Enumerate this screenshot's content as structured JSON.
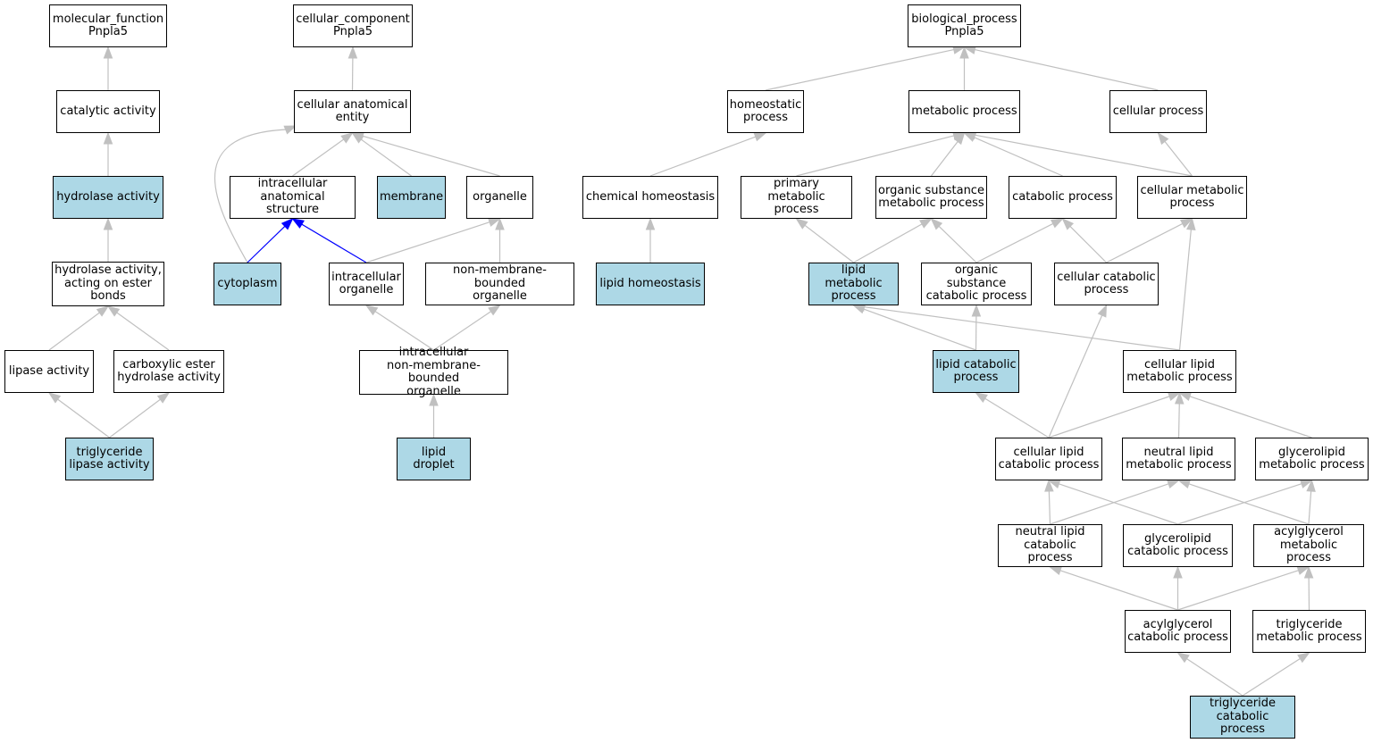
{
  "colors": {
    "highlight": "#add8e6",
    "edge": "#c0c0c0",
    "edge_special": "#0000ff",
    "border": "#000000"
  },
  "nodes": [
    {
      "id": "mf",
      "label": "molecular_function\nPnpla5",
      "hl": false
    },
    {
      "id": "ca",
      "label": "catalytic activity",
      "hl": false
    },
    {
      "id": "ha",
      "label": "hydrolase activity",
      "hl": true
    },
    {
      "id": "haeb",
      "label": "hydrolase activity,\nacting on ester\nbonds",
      "hl": false
    },
    {
      "id": "la",
      "label": "lipase activity",
      "hl": false
    },
    {
      "id": "ceha",
      "label": "carboxylic ester\nhydrolase activity",
      "hl": false
    },
    {
      "id": "tla",
      "label": "triglyceride\nlipase activity",
      "hl": true
    },
    {
      "id": "cc",
      "label": "cellular_component\nPnpla5",
      "hl": false
    },
    {
      "id": "cae",
      "label": "cellular anatomical\nentity",
      "hl": false
    },
    {
      "id": "ias",
      "label": "intracellular\nanatomical structure",
      "hl": false
    },
    {
      "id": "mem",
      "label": "membrane",
      "hl": true
    },
    {
      "id": "org",
      "label": "organelle",
      "hl": false
    },
    {
      "id": "cyt",
      "label": "cytoplasm",
      "hl": true
    },
    {
      "id": "io",
      "label": "intracellular\norganelle",
      "hl": false
    },
    {
      "id": "nmbo",
      "label": "non-membrane-bounded\norganelle",
      "hl": false
    },
    {
      "id": "inmbo",
      "label": "intracellular\nnon-membrane-bounded\norganelle",
      "hl": false
    },
    {
      "id": "ld",
      "label": "lipid droplet",
      "hl": true
    },
    {
      "id": "bp",
      "label": "biological_process\nPnpla5",
      "hl": false
    },
    {
      "id": "hp",
      "label": "homeostatic\nprocess",
      "hl": false
    },
    {
      "id": "mp",
      "label": "metabolic process",
      "hl": false
    },
    {
      "id": "cp",
      "label": "cellular process",
      "hl": false
    },
    {
      "id": "ch",
      "label": "chemical homeostasis",
      "hl": false
    },
    {
      "id": "lh",
      "label": "lipid homeostasis",
      "hl": true
    },
    {
      "id": "pmp",
      "label": "primary metabolic\nprocess",
      "hl": false
    },
    {
      "id": "osmp",
      "label": "organic substance\nmetabolic process",
      "hl": false
    },
    {
      "id": "catp",
      "label": "catabolic process",
      "hl": false
    },
    {
      "id": "cmp",
      "label": "cellular metabolic\nprocess",
      "hl": false
    },
    {
      "id": "lmp",
      "label": "lipid metabolic\nprocess",
      "hl": true
    },
    {
      "id": "oscp",
      "label": "organic substance\ncatabolic process",
      "hl": false
    },
    {
      "id": "ccp",
      "label": "cellular catabolic\nprocess",
      "hl": false
    },
    {
      "id": "lcp",
      "label": "lipid catabolic\nprocess",
      "hl": true
    },
    {
      "id": "clmp",
      "label": "cellular lipid\nmetabolic process",
      "hl": false
    },
    {
      "id": "clcp",
      "label": "cellular lipid\ncatabolic process",
      "hl": false
    },
    {
      "id": "nlmp",
      "label": "neutral lipid\nmetabolic process",
      "hl": false
    },
    {
      "id": "glmp",
      "label": "glycerolipid\nmetabolic process",
      "hl": false
    },
    {
      "id": "nlcp",
      "label": "neutral lipid\ncatabolic process",
      "hl": false
    },
    {
      "id": "glcp",
      "label": "glycerolipid\ncatabolic process",
      "hl": false
    },
    {
      "id": "agmp",
      "label": "acylglycerol\nmetabolic process",
      "hl": false
    },
    {
      "id": "agcp",
      "label": "acylglycerol\ncatabolic process",
      "hl": false
    },
    {
      "id": "tmp",
      "label": "triglyceride\nmetabolic process",
      "hl": false
    },
    {
      "id": "tcp",
      "label": "triglyceride\ncatabolic process",
      "hl": true
    }
  ],
  "edges": [
    {
      "from": "ca",
      "to": "mf"
    },
    {
      "from": "ha",
      "to": "ca"
    },
    {
      "from": "haeb",
      "to": "ha"
    },
    {
      "from": "la",
      "to": "haeb"
    },
    {
      "from": "ceha",
      "to": "haeb"
    },
    {
      "from": "tla",
      "to": "la"
    },
    {
      "from": "tla",
      "to": "ceha"
    },
    {
      "from": "cae",
      "to": "cc"
    },
    {
      "from": "ias",
      "to": "cae"
    },
    {
      "from": "mem",
      "to": "cae"
    },
    {
      "from": "org",
      "to": "cae"
    },
    {
      "from": "cyt",
      "to": "cae",
      "curve": true
    },
    {
      "from": "cyt",
      "to": "ias",
      "special": true
    },
    {
      "from": "io",
      "to": "ias",
      "special": true
    },
    {
      "from": "io",
      "to": "org"
    },
    {
      "from": "nmbo",
      "to": "org"
    },
    {
      "from": "inmbo",
      "to": "io"
    },
    {
      "from": "inmbo",
      "to": "nmbo"
    },
    {
      "from": "ld",
      "to": "inmbo"
    },
    {
      "from": "hp",
      "to": "bp"
    },
    {
      "from": "mp",
      "to": "bp"
    },
    {
      "from": "cp",
      "to": "bp"
    },
    {
      "from": "ch",
      "to": "hp"
    },
    {
      "from": "lh",
      "to": "ch"
    },
    {
      "from": "pmp",
      "to": "mp"
    },
    {
      "from": "osmp",
      "to": "mp"
    },
    {
      "from": "catp",
      "to": "mp"
    },
    {
      "from": "cmp",
      "to": "mp"
    },
    {
      "from": "cmp",
      "to": "cp"
    },
    {
      "from": "lmp",
      "to": "pmp"
    },
    {
      "from": "lmp",
      "to": "osmp"
    },
    {
      "from": "oscp",
      "to": "osmp"
    },
    {
      "from": "oscp",
      "to": "catp"
    },
    {
      "from": "ccp",
      "to": "catp"
    },
    {
      "from": "ccp",
      "to": "cmp"
    },
    {
      "from": "lcp",
      "to": "lmp"
    },
    {
      "from": "lcp",
      "to": "oscp"
    },
    {
      "from": "clmp",
      "to": "lmp"
    },
    {
      "from": "clmp",
      "to": "cmp"
    },
    {
      "from": "clcp",
      "to": "lcp"
    },
    {
      "from": "clcp",
      "to": "ccp"
    },
    {
      "from": "clcp",
      "to": "clmp"
    },
    {
      "from": "nlmp",
      "to": "clmp"
    },
    {
      "from": "glmp",
      "to": "clmp"
    },
    {
      "from": "nlcp",
      "to": "clcp"
    },
    {
      "from": "nlcp",
      "to": "nlmp"
    },
    {
      "from": "glcp",
      "to": "clcp"
    },
    {
      "from": "glcp",
      "to": "glmp"
    },
    {
      "from": "agmp",
      "to": "nlmp"
    },
    {
      "from": "agmp",
      "to": "glmp"
    },
    {
      "from": "agcp",
      "to": "nlcp"
    },
    {
      "from": "agcp",
      "to": "glcp"
    },
    {
      "from": "agcp",
      "to": "agmp"
    },
    {
      "from": "tmp",
      "to": "agmp"
    },
    {
      "from": "tcp",
      "to": "agcp"
    },
    {
      "from": "tcp",
      "to": "tmp"
    }
  ]
}
